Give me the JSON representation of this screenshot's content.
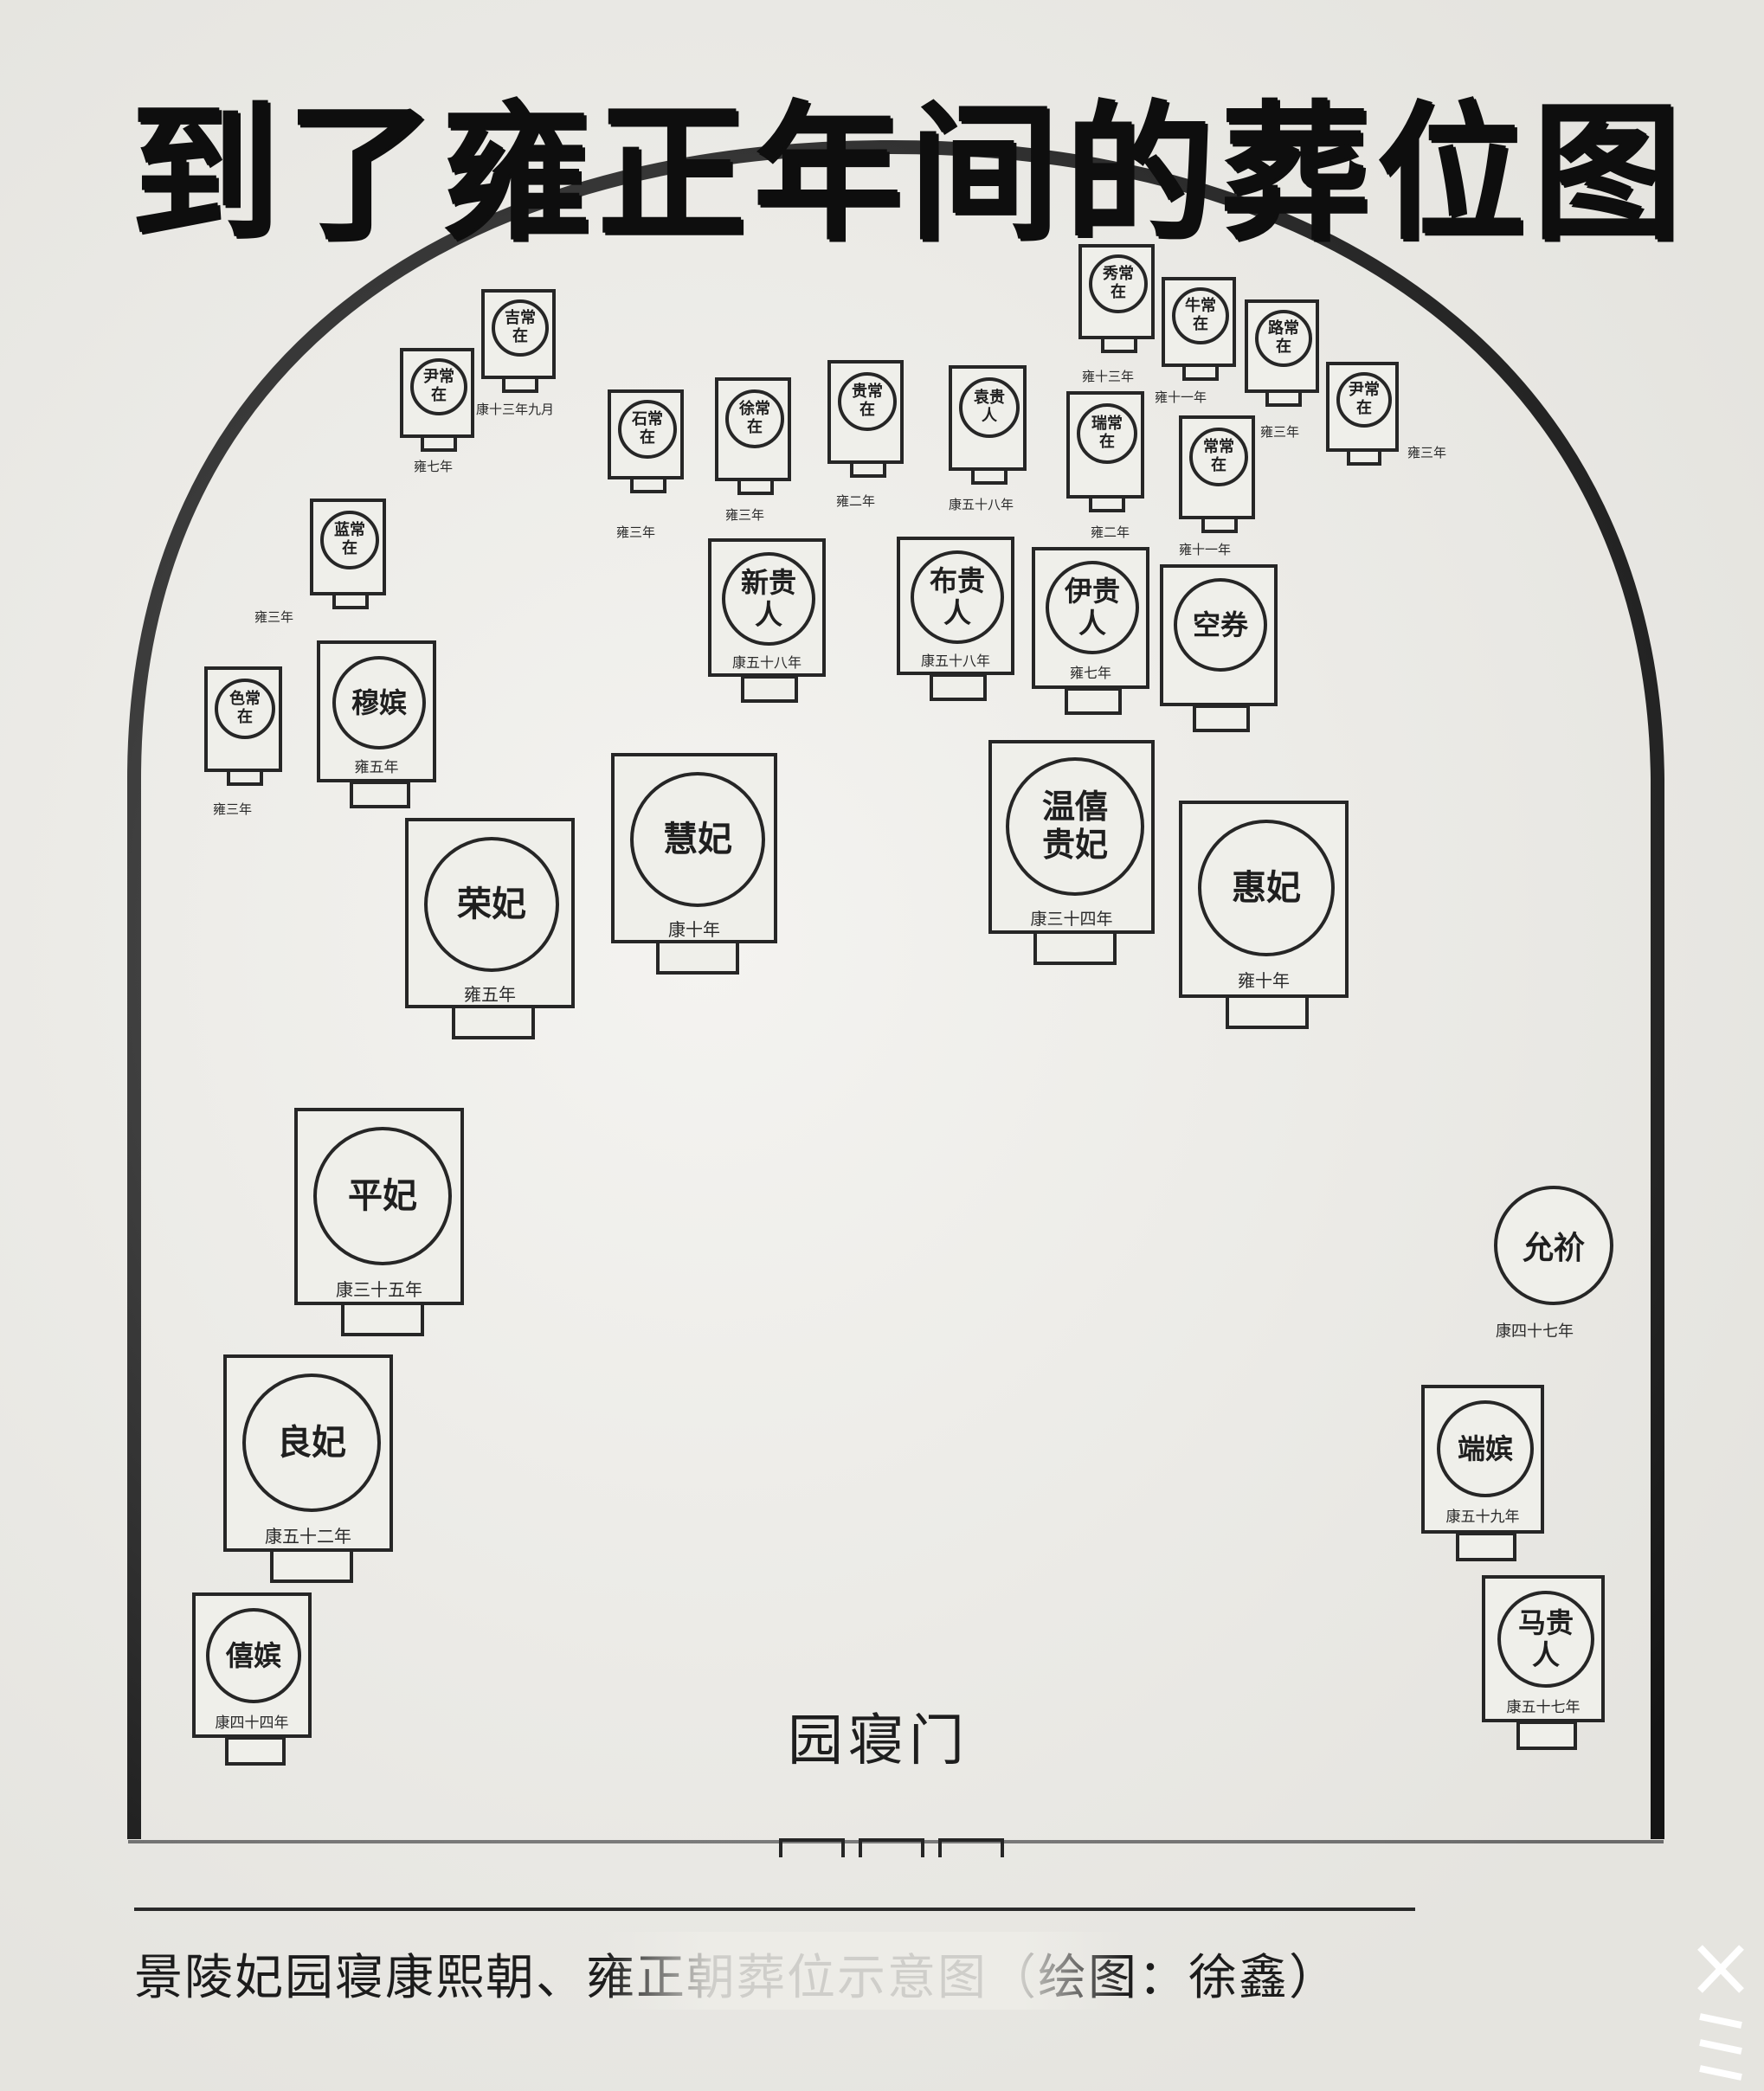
{
  "title": "到了雍正年间的葬位图",
  "gate_label": "园寝门",
  "caption": "景陵妃园寝康熙朝、雍正朝葬位示意图（绘图：徐鑫）",
  "colors": {
    "line": "#1a1a1a",
    "paper": "#eeede8"
  },
  "tombs": {
    "rongfei": {
      "name": "荣妃",
      "year": "雍五年"
    },
    "huifei_wise": {
      "name": "慧妃",
      "year": "康十年"
    },
    "wenxi": {
      "name": "温僖贵妃",
      "year": "康三十四年"
    },
    "huifei": {
      "name": "惠妃",
      "year": "雍十年"
    },
    "pingfei": {
      "name": "平妃",
      "year": "康三十五年"
    },
    "liangfei": {
      "name": "良妃",
      "year": "康五十二年"
    },
    "xipin": {
      "name": "僖嫔",
      "year": "康四十四年"
    },
    "mupin": {
      "name": "穆嫔",
      "year": "雍五年"
    },
    "ruipin": {
      "name": "端嫔",
      "year": "康五十九年"
    },
    "ma": {
      "name": "马贵人",
      "year": "康五十七年"
    },
    "xin": {
      "name": "新贵人",
      "year": "康五十八年"
    },
    "bu": {
      "name": "布贵人",
      "year": "康五十八年"
    },
    "yi": {
      "name": "伊贵人",
      "year": "雍七年"
    },
    "kongquan": {
      "name": "空券",
      "year": ""
    },
    "yunqi": {
      "name": "允祄",
      "year": "康四十七年"
    },
    "small1": {
      "name": "吉常在",
      "year": "康十三年九月"
    },
    "small2": {
      "name": "尹常在",
      "year": "雍七年"
    },
    "small3": {
      "name": "石常在",
      "year": "雍三年"
    },
    "small4": {
      "name": "徐常在",
      "year": "雍三年"
    },
    "small5": {
      "name": "贵常在",
      "year": "雍二年"
    },
    "small6": {
      "name": "袁贵人",
      "year": "康五十八年"
    },
    "small7": {
      "name": "秀常在",
      "year": "雍十三年"
    },
    "small8": {
      "name": "瑞常在",
      "year": "雍二年"
    },
    "small9": {
      "name": "常常在",
      "year": "雍十一年"
    },
    "small10": {
      "name": "牛常在",
      "year": "雍十一年"
    },
    "small11": {
      "name": "路常在",
      "year": "雍三年"
    },
    "small12": {
      "name": "尹常在",
      "year": "雍三年"
    },
    "small13": {
      "name": "蓝常在",
      "year": "雍三年"
    },
    "small14": {
      "name": "色常在",
      "year": "雍三年"
    }
  }
}
